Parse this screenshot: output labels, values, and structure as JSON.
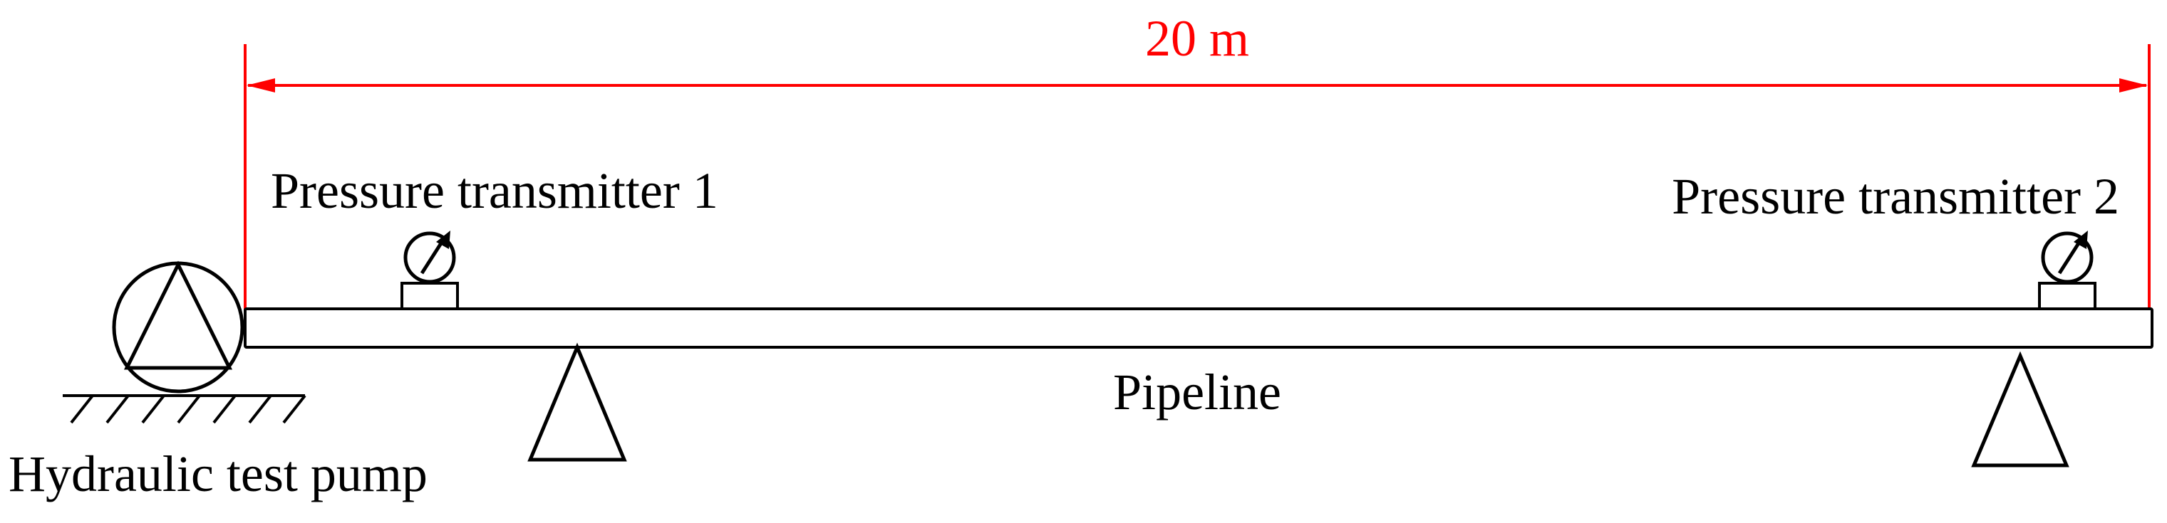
{
  "dimension": {
    "label": "20 m",
    "color": "#ff0000"
  },
  "labels": {
    "transmitter_1": "Pressure transmitter 1",
    "transmitter_2": "Pressure transmitter 2",
    "pipeline": "Pipeline",
    "pump": "Hydraulic test pump"
  },
  "colors": {
    "line": "#000000",
    "dimension": "#ff0000",
    "background": "#ffffff"
  },
  "icons": {
    "pump": "pump-symbol-icon",
    "gauge": "pressure-gauge-icon",
    "support": "triangle-support-icon",
    "ground": "ground-hatch-icon"
  }
}
